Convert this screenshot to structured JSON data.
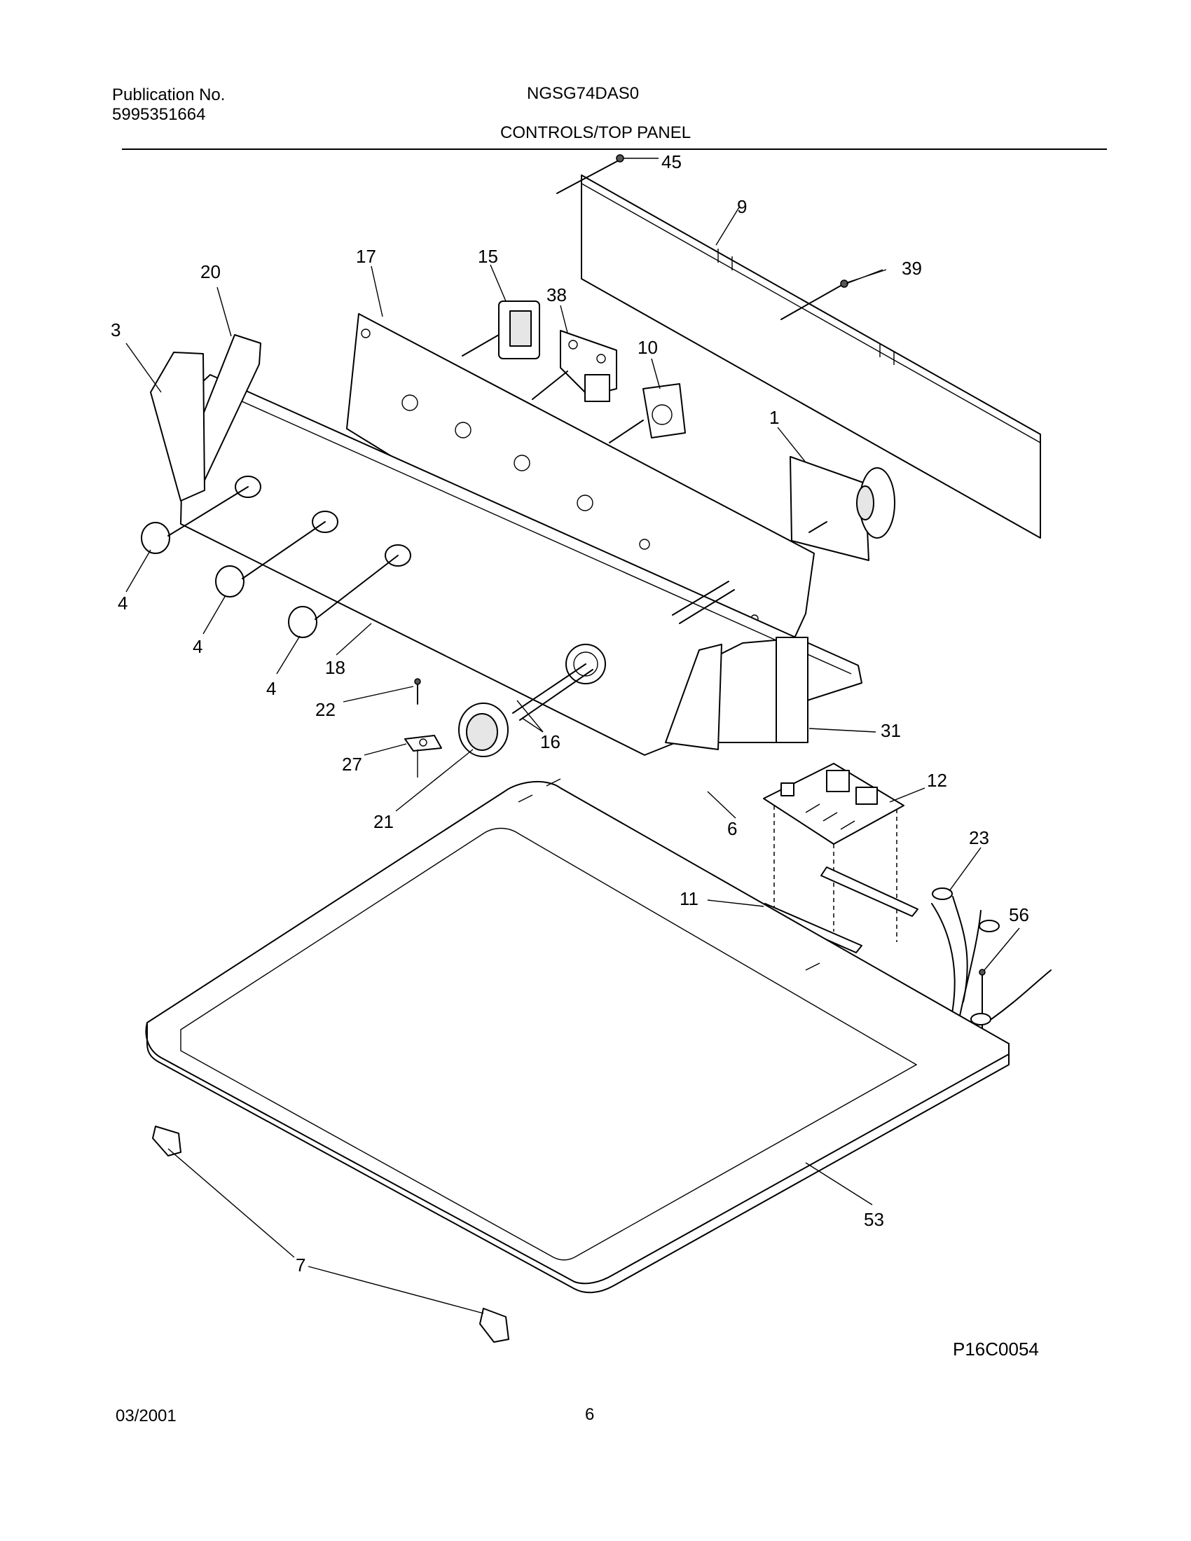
{
  "header": {
    "publication_label": "Publication No.",
    "publication_number": "5995351664",
    "model_number": "NGSG74DAS0",
    "section_title": "CONTROLS/TOP PANEL"
  },
  "diagram": {
    "code": "P16C0054",
    "callouts": [
      "45",
      "9",
      "39",
      "17",
      "15",
      "38",
      "10",
      "1",
      "20",
      "3",
      "4",
      "4",
      "4",
      "18",
      "22",
      "27",
      "21",
      "16",
      "6",
      "31",
      "12",
      "23",
      "11",
      "56",
      "53",
      "7"
    ]
  },
  "footer": {
    "date": "03/2001",
    "page_number": "6"
  }
}
